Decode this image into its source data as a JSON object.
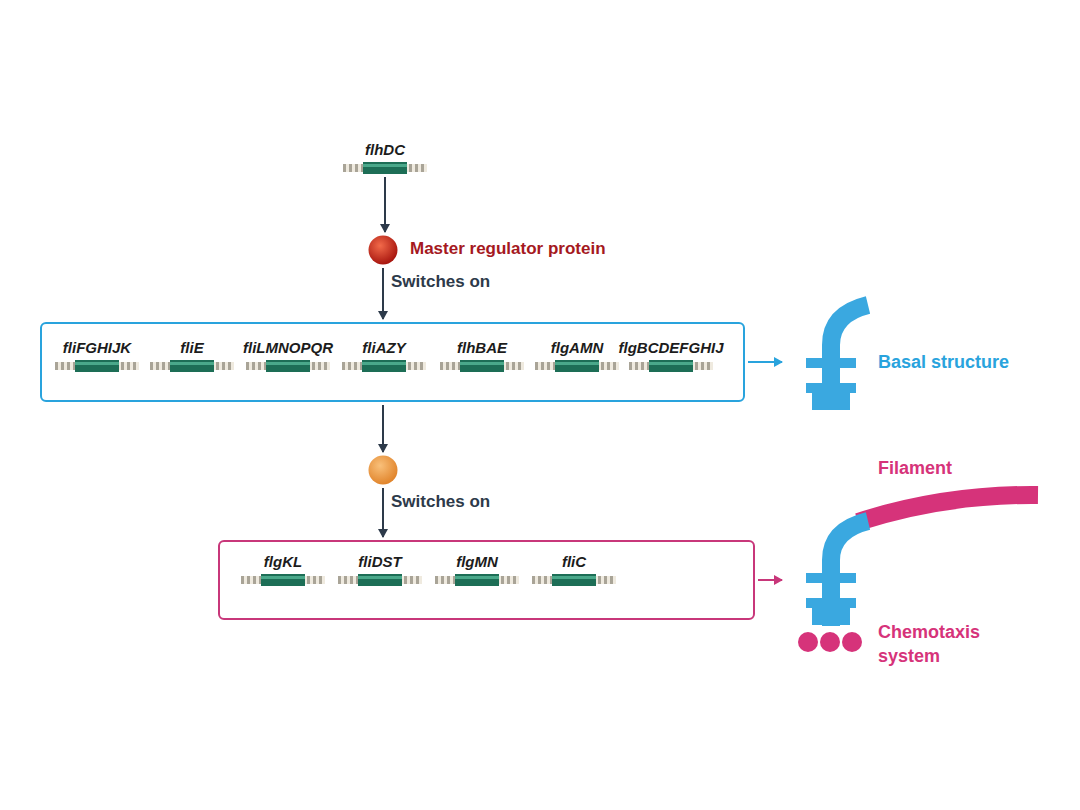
{
  "diagram": {
    "nodes": [
      {
        "text": [
          "flhDC"
        ]
      },
      {
        "text": [
          "Master regulator protein"
        ]
      },
      {
        "text": []
      },
      {
        "text": [
          "fliFGHIJK"
        ],
        "in": 2
      },
      {
        "text": [
          "fliE"
        ],
        "in": 2
      },
      {
        "text": [
          "fliLMNOPQR"
        ],
        "in": 2
      },
      {
        "text": [
          "fliAZY"
        ],
        "in": 2
      },
      {
        "text": [
          "flhBAE"
        ],
        "in": 2
      },
      {
        "text": [
          "flgAMN"
        ],
        "in": 2
      },
      {
        "text": [
          "flgBCDEFGHIJ"
        ],
        "in": 2
      },
      {
        "text": []
      },
      {
        "text": []
      },
      {
        "text": [
          "flgKL"
        ],
        "in": 11
      },
      {
        "text": [
          "fliDST"
        ],
        "in": 11
      },
      {
        "text": [
          "flgMN"
        ],
        "in": 11
      },
      {
        "text": [
          "fliC"
        ],
        "in": 11
      },
      {
        "text": [
          "Basal structure"
        ]
      },
      {
        "text": [
          "Filament",
          "Chemotaxis system"
        ]
      }
    ],
    "edges": [
      {
        "from": 0,
        "to": 1,
        "arrow": "to"
      },
      {
        "from": 1,
        "to": 2,
        "label": "Switches on",
        "arrow": "to"
      },
      {
        "from": 2,
        "to": 10,
        "arrow": "to"
      },
      {
        "from": 10,
        "to": 11,
        "label": "Switches on",
        "arrow": "to"
      },
      {
        "from": 2,
        "to": 16,
        "arrow": "to"
      },
      {
        "from": 11,
        "to": 17,
        "arrow": "to"
      }
    ]
  }
}
